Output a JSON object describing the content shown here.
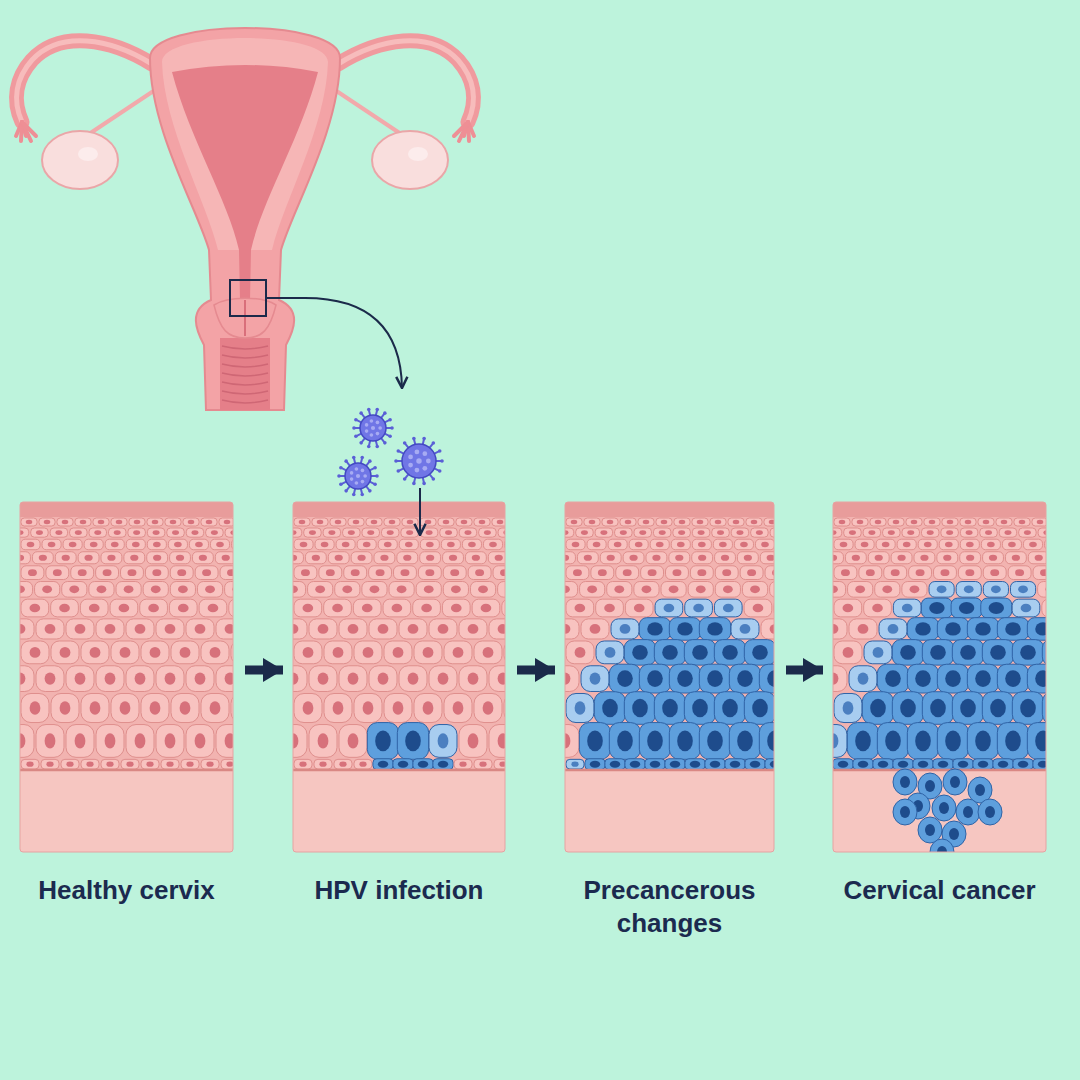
{
  "diagram": {
    "nodes": [
      {
        "text": [
          "Healthy cervix"
        ]
      },
      {
        "text": [
          "HPV infection"
        ]
      },
      {
        "text": [
          "Precancerous changes"
        ]
      },
      {
        "text": [
          "Cervical cancer"
        ]
      }
    ],
    "edges": [
      {
        "from": 0,
        "to": 1,
        "arrow": "to"
      },
      {
        "from": 1,
        "to": 2,
        "arrow": "to"
      },
      {
        "from": 2,
        "to": 3,
        "arrow": "to"
      }
    ]
  }
}
